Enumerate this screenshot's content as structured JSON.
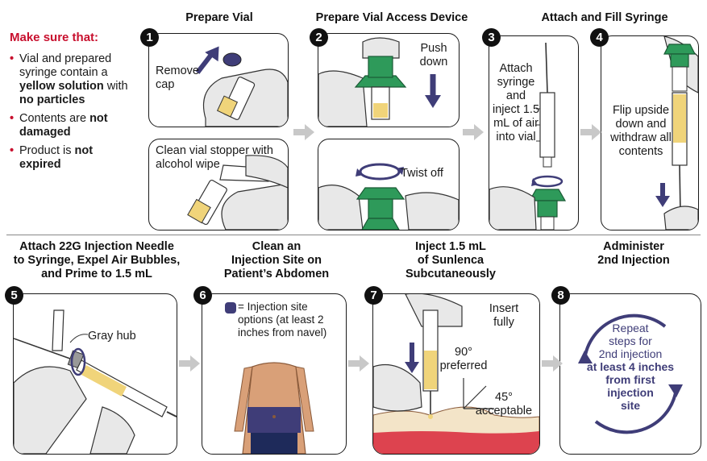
{
  "make_sure": {
    "title": "Make sure that:",
    "items": [
      {
        "pre": "Vial and prepared syringe contain a ",
        "b1": "yellow solution",
        "mid": " with ",
        "b2": "no particles"
      },
      {
        "pre": "Contents are ",
        "b1": "not damaged"
      },
      {
        "pre": "Product is ",
        "b1": "not expired"
      }
    ]
  },
  "steps": {
    "s1": {
      "number": "1",
      "title": "Prepare Vial",
      "top_text": "Remove cap",
      "bottom_text": "Clean vial stopper with alcohol wipe"
    },
    "s2": {
      "number": "2",
      "title": "Prepare Vial Access Device",
      "top_text": "Push down",
      "bottom_text": "Twist off"
    },
    "s3": {
      "number": "3",
      "title": "Attach and Fill Syringe",
      "text": "Attach syringe and inject 1.5 mL of air into vial"
    },
    "s4": {
      "number": "4",
      "text": "Flip upside down and withdraw all contents"
    },
    "s5": {
      "number": "5",
      "title_l1": "Attach 22G Injection Needle",
      "title_l2": "to Syringe, Expel Air Bubbles,",
      "title_l3": "and Prime to 1.5 mL",
      "hub_label": "Gray hub"
    },
    "s6": {
      "number": "6",
      "title_l1": "Clean an",
      "title_l2": "Injection Site on",
      "title_l3": "Patient’s Abdomen",
      "legend_text": "= Injection site options (at least 2 inches from navel)"
    },
    "s7": {
      "number": "7",
      "title_l1": "Inject 1.5 mL",
      "title_l2": "of Sunlenca",
      "title_l3": "Subcutaneously",
      "insert": "Insert fully",
      "ninety": "90° preferred",
      "fortyfive": "45° acceptable"
    },
    "s8": {
      "number": "8",
      "title_l1": "Administer",
      "title_l2": "2nd Injection",
      "line1": "Repeat",
      "line2": "steps for",
      "line3": "2nd injection",
      "line4": "at least 4 inches",
      "line5": "from first",
      "line6": "injection",
      "line7": "site"
    }
  },
  "colors": {
    "accent_red": "#c8102e",
    "green": "#2e9a5a",
    "navy": "#3f3d78",
    "yellow": "#f0d47a",
    "gray_arrow": "#c8c8c8"
  }
}
